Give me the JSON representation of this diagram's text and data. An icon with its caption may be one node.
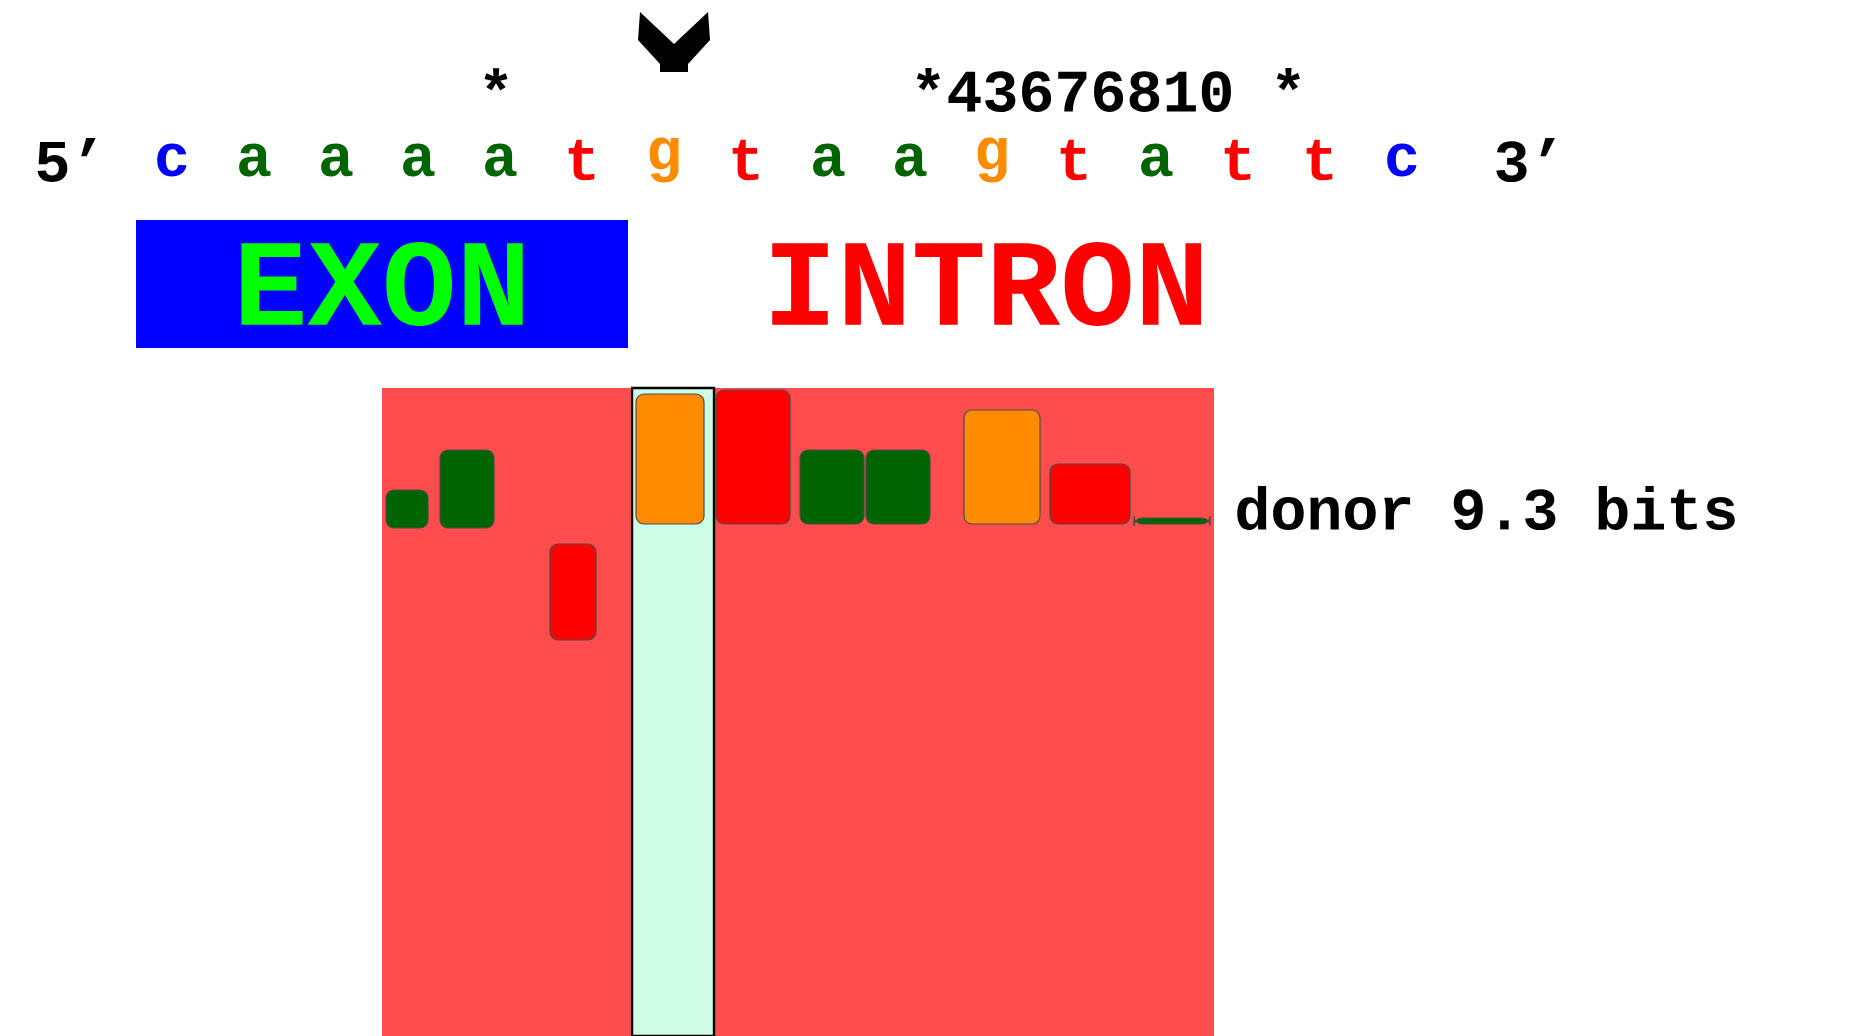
{
  "diagram": {
    "nodes": [
      {
        "text": [
          "EXON"
        ]
      }
    ],
    "labels": [
      "*",
      "*43676810 *",
      "5’",
      "c",
      "a",
      "a",
      "a",
      "a",
      "t",
      "g",
      "t",
      "a",
      "a",
      "g",
      "t",
      "a",
      "t",
      "t",
      "c",
      "3’",
      "INTRON",
      "donor 9.3 bits"
    ]
  }
}
